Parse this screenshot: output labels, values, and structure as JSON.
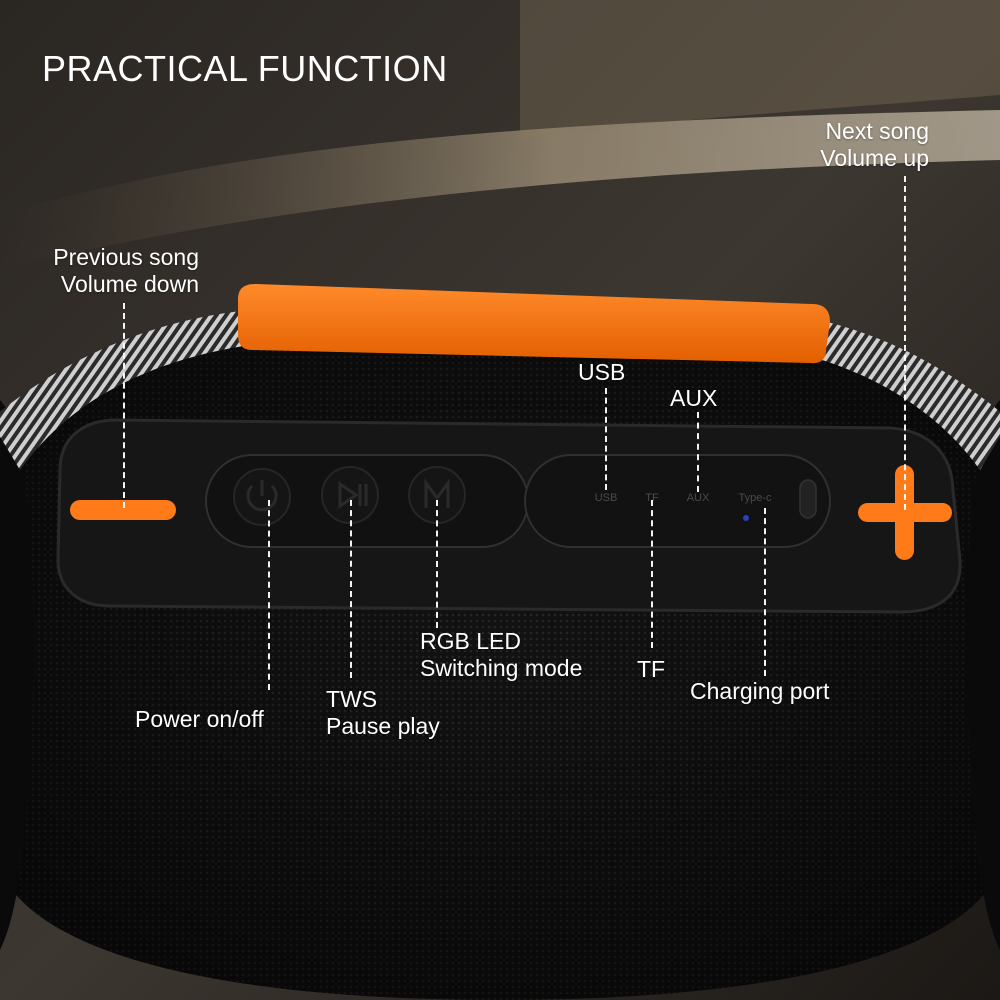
{
  "title": "PRACTICAL FUNCTION",
  "labels": {
    "prev_line1": "Previous song",
    "prev_line2": "Volume down",
    "next_line1": "Next song",
    "next_line2": "Volume up",
    "usb": "USB",
    "aux": "AUX",
    "rgb_line1": "RGB LED",
    "rgb_line2": "Switching mode",
    "tf": "TF",
    "charging": "Charging port",
    "tws_line1": "TWS",
    "tws_line2": "Pause play",
    "power": "Power on/off"
  },
  "panel_markings": {
    "usb": "USB",
    "tf": "TF",
    "aux": "AUX",
    "typec": "Type-c"
  },
  "colors": {
    "accent_orange": "#ff7a18",
    "speaker_body": "#111111",
    "panel": "#1c1c1c",
    "label_text": "#ffffff"
  }
}
